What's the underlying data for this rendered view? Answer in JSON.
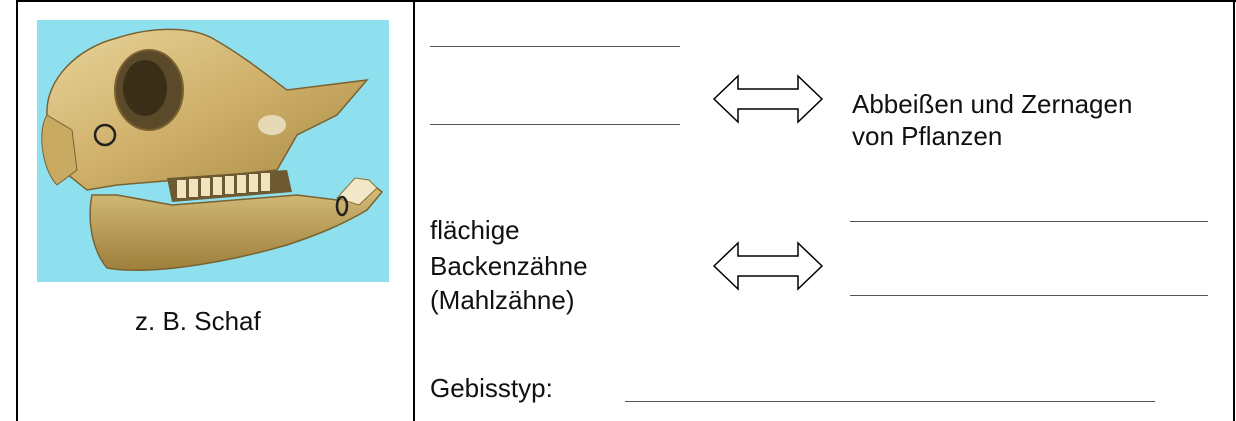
{
  "specimen": {
    "caption": "z. B. Schaf",
    "image_description": "sheep-skull-photo"
  },
  "row1": {
    "description_line1": "Abbeißen und Zernagen",
    "description_line2": "von Pflanzen"
  },
  "row2": {
    "tooth_line1": "flächige",
    "tooth_line2": "Backenzähne",
    "tooth_line3": "(Mahlzähne)"
  },
  "footer": {
    "gebisstyp_label": "Gebisstyp:"
  },
  "icons": {
    "arrow": "double-headed-arrow-icon"
  }
}
